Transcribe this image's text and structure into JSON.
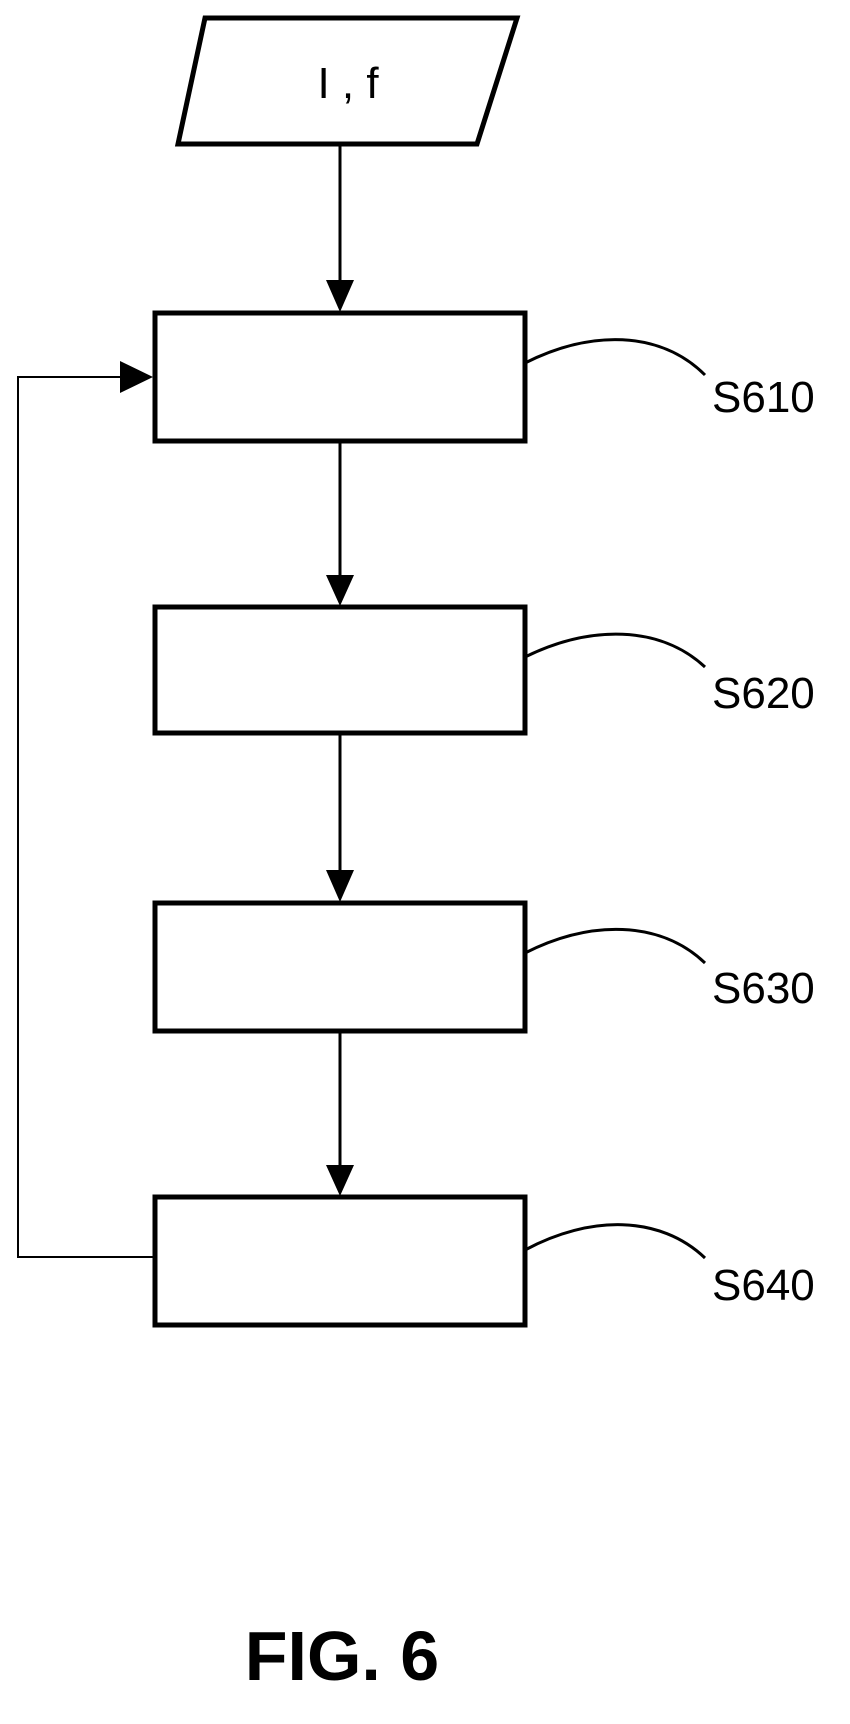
{
  "input": {
    "label": "I , f"
  },
  "steps": [
    {
      "label": "S610"
    },
    {
      "label": "S620"
    },
    {
      "label": "S630"
    },
    {
      "label": "S640"
    }
  ],
  "caption": "FIG. 6"
}
